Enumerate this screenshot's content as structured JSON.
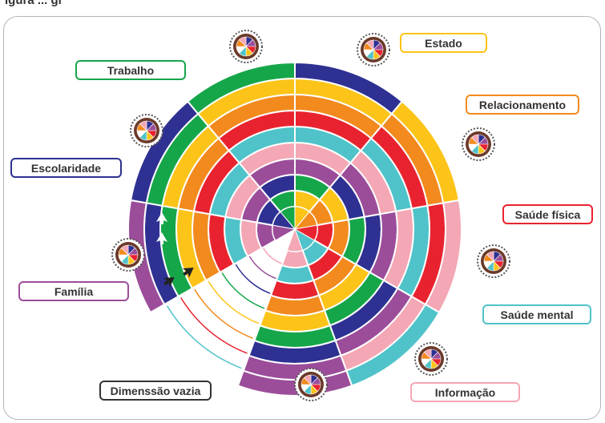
{
  "header": {
    "text": "igura ... gi"
  },
  "labels": {
    "estado": "Estado",
    "trabalho": "Trabalho",
    "relacionamento": "Relacionamento",
    "escolaridade": "Escolaridade",
    "saude_fisica": "Saúde física",
    "familia": "Família",
    "saude_mental": "Saúde mental",
    "dimensao_vazia": "Dimenssão vazia",
    "informacao": "Informação"
  },
  "colors": {
    "red": "#e8232f",
    "orange": "#f28a1e",
    "yellow": "#fcc419",
    "green": "#16a64a",
    "navy": "#2e3192",
    "purple": "#9b4d9a",
    "pink": "#f4a7b5",
    "cyan": "#4fc3c9",
    "empty": "#ffffff"
  },
  "label_border_colors": {
    "estado": "#fcc419",
    "trabalho": "#16a64a",
    "relacionamento": "#f28a1e",
    "escolaridade": "#2e3192",
    "saude_fisica": "#e8232f",
    "familia": "#9b4d9a",
    "saude_mental": "#4fc3c9",
    "dimensao_vazia": "#333333",
    "informacao": "#f4a7b5"
  },
  "wheel": {
    "sectors": [
      "estado",
      "relacionamento",
      "saude_fisica",
      "saude_mental",
      "informacao",
      "dimensao_vazia",
      "familia",
      "escolaridade",
      "trabalho"
    ],
    "ring_colors_by_sector": [
      [
        "yellow",
        "green",
        "purple",
        "pink",
        "cyan",
        "red",
        "orange",
        "yellow",
        "navy"
      ],
      [
        "orange",
        "yellow",
        "navy",
        "purple",
        "pink",
        "cyan",
        "red",
        "orange",
        "yellow"
      ],
      [
        "red",
        "orange",
        "green",
        "navy",
        "purple",
        "pink",
        "cyan",
        "red",
        "pink"
      ],
      [
        "cyan",
        "red",
        "orange",
        "yellow",
        "green",
        "navy",
        "purple",
        "pink",
        "cyan"
      ],
      [
        "pink",
        "cyan",
        "red",
        "orange",
        "yellow",
        "green",
        "navy",
        "purple",
        "purple"
      ],
      [
        "empty",
        "empty",
        "empty",
        "empty",
        "empty",
        "empty",
        "empty",
        "empty",
        "empty"
      ],
      [
        "purple",
        "pink",
        "cyan",
        "red",
        "orange",
        "yellow",
        "green",
        "navy",
        "purple"
      ],
      [
        "navy",
        "purple",
        "pink",
        "cyan",
        "red",
        "orange",
        "yellow",
        "green",
        "navy"
      ],
      [
        "green",
        "navy",
        "purple",
        "pink",
        "cyan",
        "red",
        "orange",
        "yellow",
        "green"
      ]
    ],
    "empty_ring_line_colors": [
      "#f4a7b5",
      "#9b4d9a",
      "#2e3192",
      "#16a64a",
      "#fcc419",
      "#f28a1e",
      "#e8232f",
      "#4fc3c9",
      "#ffffff"
    ]
  },
  "thumbnail_icon": "mini-wheel-icon"
}
